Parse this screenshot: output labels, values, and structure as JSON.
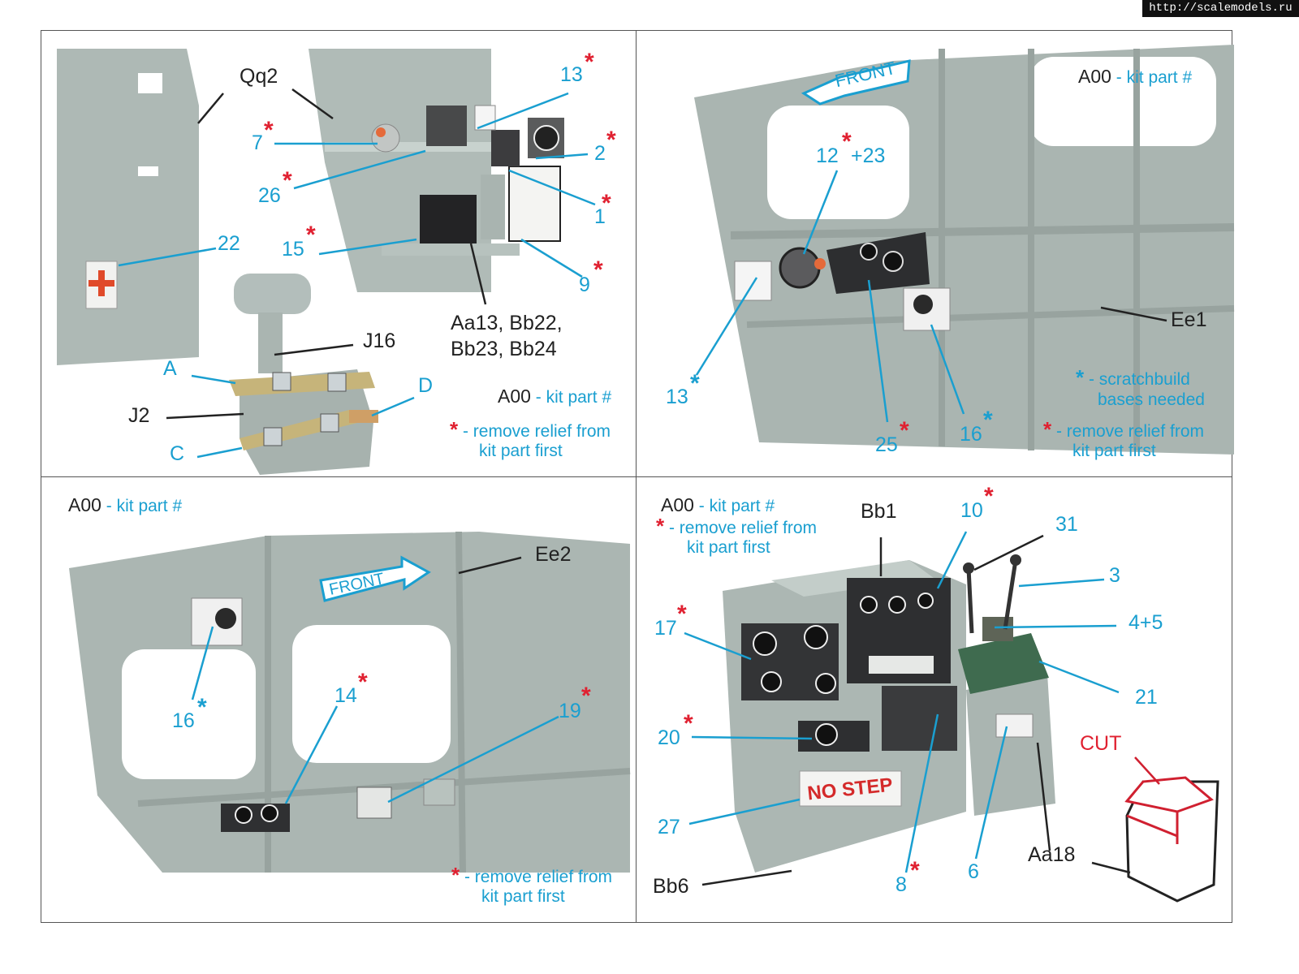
{
  "watermark": "http://scalemodels.ru",
  "legend": {
    "kit_code": "A00",
    "kit_desc": "- kit part #",
    "remove_1": "- remove relief from",
    "remove_2": "kit part first",
    "scratch_1": "- scratchbuild",
    "scratch_2": "bases  needed"
  },
  "panel1": {
    "qq2": "Qq2",
    "j16": "J16",
    "j2": "J2",
    "a": "A",
    "c": "C",
    "d": "D",
    "n13": "13",
    "n7": "7",
    "n2": "2",
    "n26": "26",
    "n1": "1",
    "n22": "22",
    "n15": "15",
    "n9": "9",
    "aa_line1": "Aa13, Bb22,",
    "aa_line2": "Bb23, Bb24"
  },
  "panel2": {
    "front": "FRONT",
    "n12": "12",
    "n23": "+23",
    "ee1": "Ee1",
    "n13": "13",
    "n25": "25",
    "n16": "16"
  },
  "panel3": {
    "ee2": "Ee2",
    "front": "FRONT",
    "n16": "16",
    "n14": "14",
    "n19": "19"
  },
  "panel4": {
    "bb1": "Bb1",
    "n10": "10",
    "n31": "31",
    "n3": "3",
    "n17": "17",
    "n45": "4+5",
    "n21": "21",
    "n20": "20",
    "cut": "CUT",
    "n27": "27",
    "n8": "8",
    "n6": "6",
    "aa18": "Aa18",
    "bb6": "Bb6",
    "nostep": "NO STEP"
  },
  "colors": {
    "callout_blue": "#1a9fd0",
    "asterisk_red": "#e02030",
    "resin_gray": "#b4bfbb",
    "cut_red": "#d02030"
  }
}
